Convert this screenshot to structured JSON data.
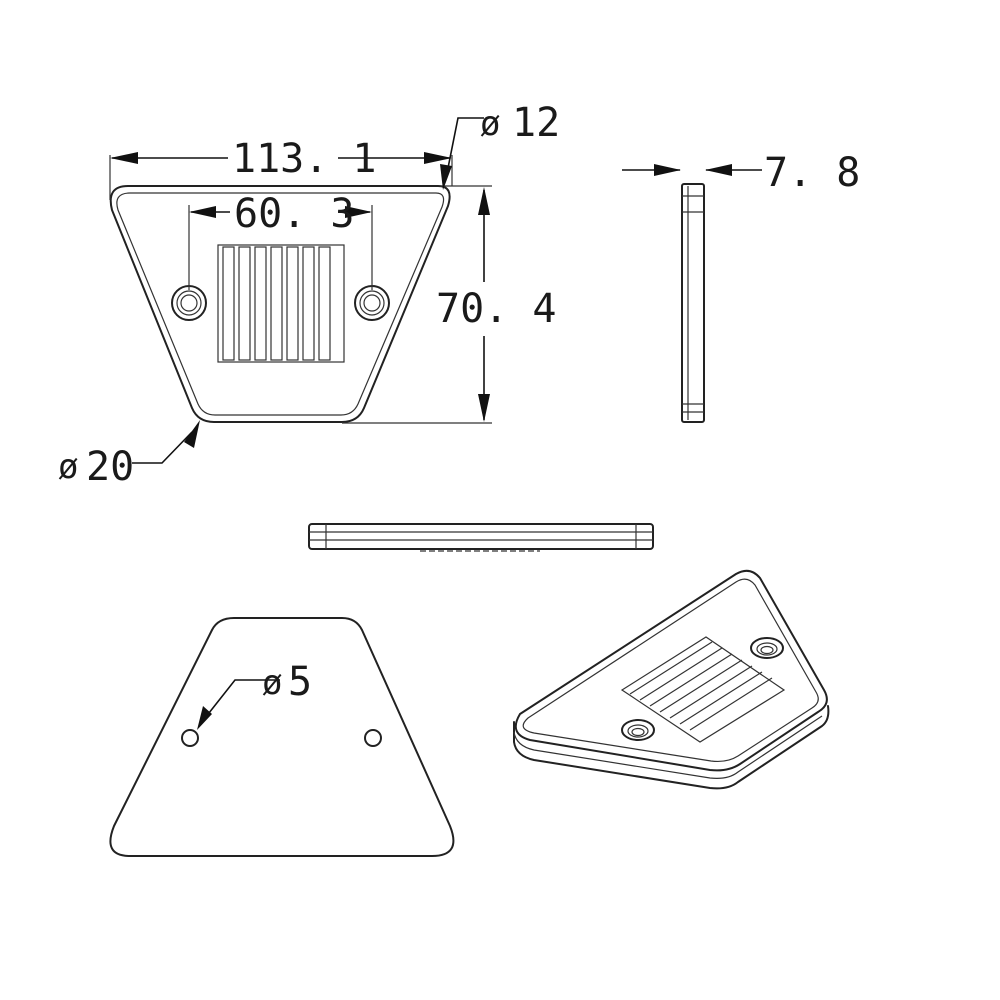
{
  "dimensions": {
    "width": "113. 1",
    "hole_spacing": "60. 3",
    "height": "70. 4",
    "thickness": "7. 8",
    "corner_small": "12",
    "corner_large": "20",
    "hole_back": "5"
  },
  "symbols": {
    "diameter": "ø"
  }
}
